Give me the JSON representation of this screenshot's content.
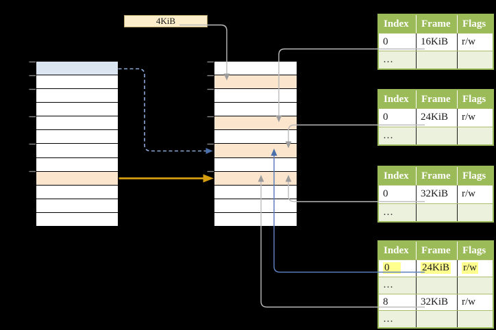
{
  "labels": {
    "page_size": "4KiB"
  },
  "address_tables": {
    "left": {
      "description": "virtual address space column",
      "rows": [
        "blue",
        "white",
        "white",
        "white",
        "white",
        "white",
        "white",
        "white",
        "peach",
        "white",
        "white",
        "white"
      ]
    },
    "middle": {
      "description": "second level table column",
      "rows": [
        "white",
        "peach",
        "white",
        "white",
        "peach",
        "white",
        "peach",
        "white",
        "peach",
        "white",
        "white",
        "white"
      ]
    }
  },
  "frame_tables": [
    {
      "headers": [
        "Index",
        "Frame",
        "Flags"
      ],
      "rows": [
        {
          "cells": [
            "0",
            "16KiB",
            "r/w"
          ],
          "shaded": false,
          "highlighted": false
        },
        {
          "cells": [
            "…",
            "",
            ""
          ],
          "shaded": true,
          "highlighted": false
        }
      ]
    },
    {
      "headers": [
        "Index",
        "Frame",
        "Flags"
      ],
      "rows": [
        {
          "cells": [
            "0",
            "24KiB",
            "r/w"
          ],
          "shaded": false,
          "highlighted": false
        },
        {
          "cells": [
            "…",
            "",
            ""
          ],
          "shaded": true,
          "highlighted": false
        }
      ]
    },
    {
      "headers": [
        "Index",
        "Frame",
        "Flags"
      ],
      "rows": [
        {
          "cells": [
            "0",
            "32KiB",
            "r/w"
          ],
          "shaded": false,
          "highlighted": false
        },
        {
          "cells": [
            "…",
            "",
            ""
          ],
          "shaded": true,
          "highlighted": false
        }
      ]
    },
    {
      "headers": [
        "Index",
        "Frame",
        "Flags"
      ],
      "rows": [
        {
          "cells": [
            "0",
            "24KiB",
            "r/w"
          ],
          "shaded": false,
          "highlighted": true
        },
        {
          "cells": [
            "…",
            "",
            ""
          ],
          "shaded": true,
          "highlighted": false
        },
        {
          "cells": [
            "8",
            "32KiB",
            "r/w"
          ],
          "shaded": false,
          "highlighted": false
        },
        {
          "cells": [
            "…",
            "",
            ""
          ],
          "shaded": true,
          "highlighted": false
        }
      ]
    }
  ],
  "colors": {
    "blue_row": "#dbe5f1",
    "peach_row": "#fce5cd",
    "table_green": "#9bbb59",
    "row_light_green": "#ebf1dd",
    "label_bg": "#fdeecb",
    "label_border": "#b7a36a",
    "grey_line": "#bcbcbc",
    "grey_head": "#9c9c9c",
    "blue_line": "#5b7fbd",
    "blue_head": "#4a70ab",
    "dash_blue": "#8fa9d9",
    "orange": "#d69e0e",
    "tick_grey": "#8a8a8a",
    "highlight_yellow": "#ffff8f"
  }
}
